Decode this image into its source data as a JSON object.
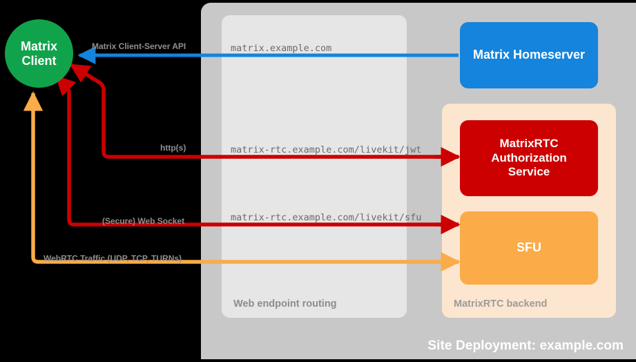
{
  "diagram": {
    "title": "Site Deployment: example.com",
    "containers": {
      "site_deployment": "Site Deployment: example.com",
      "web_routing": "Web endpoint routing",
      "rtc_backend": "MatrixRTC backend"
    },
    "nodes": {
      "client_line1": "Matrix",
      "client_line2": "Client",
      "homeserver": "Matrix Homeserver",
      "auth_line1": "MatrixRTC",
      "auth_line2": "Authorization",
      "auth_line3": "Service",
      "sfu": "SFU"
    },
    "protocol_labels": {
      "csapi": "Matrix Client-Server API",
      "https": "http(s)",
      "websocket": "(Secure) Web Socket",
      "webrtc": "WebRTC Traffic (UDP, TCP, TURNs)"
    },
    "endpoints": {
      "matrix": "matrix.example.com",
      "jwt": "matrix-rtc.example.com/livekit/jwt",
      "sfu": "matrix-rtc.example.com/livekit/sfu"
    },
    "colors": {
      "client_green": "#11a34b",
      "homeserver_blue": "#1484dd",
      "auth_red": "#cc0000",
      "sfu_orange": "#fbab48",
      "site_gray": "#c8c8c8",
      "routing_gray": "#e6e6e6",
      "backend_peach": "#fce6cf",
      "background": "#000000"
    }
  }
}
